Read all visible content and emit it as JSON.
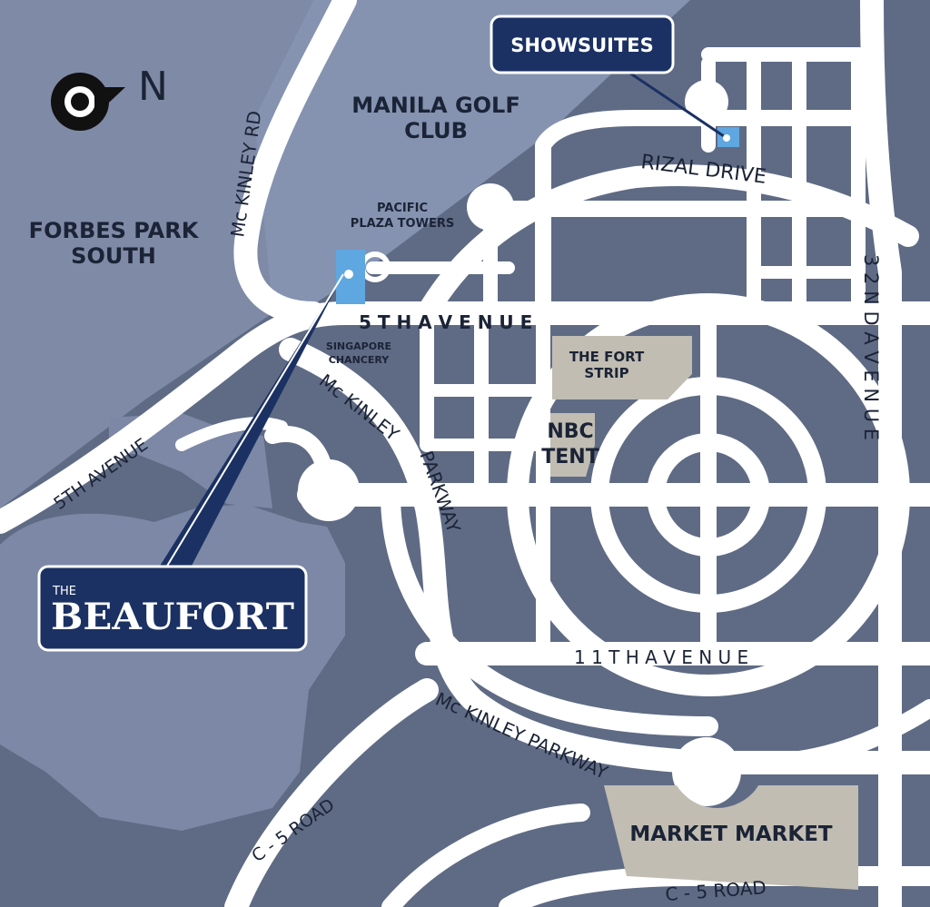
{
  "colors": {
    "background": "#5f6b84",
    "golf_club": "#8593b1",
    "forbes_park": "#7f8aa6",
    "estate": "#7c88a5",
    "road": "#ffffff",
    "building": "#c1bdb3",
    "site_marker": "#5fa7e0",
    "label_dark": "#1b2336",
    "callout_fill": "#1b3163"
  },
  "compass": {
    "icon": "compass-needle-icon",
    "direction_label": "N"
  },
  "areas": {
    "forbes_park_line1": "FORBES PARK",
    "forbes_park_line2": "SOUTH",
    "golf_club_line1": "MANILA GOLF",
    "golf_club_line2": "CLUB",
    "pacific_plaza_line1": "PACIFIC",
    "pacific_plaza_line2": "PLAZA TOWERS",
    "singapore_line1": "SINGAPORE",
    "singapore_line2": "CHANCERY",
    "fort_strip_line1": "THE FORT",
    "fort_strip_line2": "STRIP",
    "nbc_line1": "NBC",
    "nbc_line2": "TENT",
    "market_market": "MARKET MARKET"
  },
  "roads": {
    "mckinley_rd": "Mc KINLEY RD",
    "fifth_avenue_top": "5 T H   A V E N U E",
    "fifth_avenue_left": "5TH AVENUE",
    "mckinley_parkway_upper": "Mc KINLEY PARKWAY",
    "mckinley_parkway_lower": "Mc KINLEY PARKWAY",
    "rizal_drive": "RIZAL DRIVE",
    "thirty_second_avenue": "3 2 N D   A V E N U E",
    "eleventh_avenue": "1 1 T H   A V E N U E",
    "c5_road_left": "C - 5 ROAD",
    "c5_road_bottom": "C - 5 ROAD"
  },
  "callouts": {
    "showsuites": "SHOWSUITES",
    "beaufort_small": "THE",
    "beaufort_big": "BEAUFORT"
  }
}
